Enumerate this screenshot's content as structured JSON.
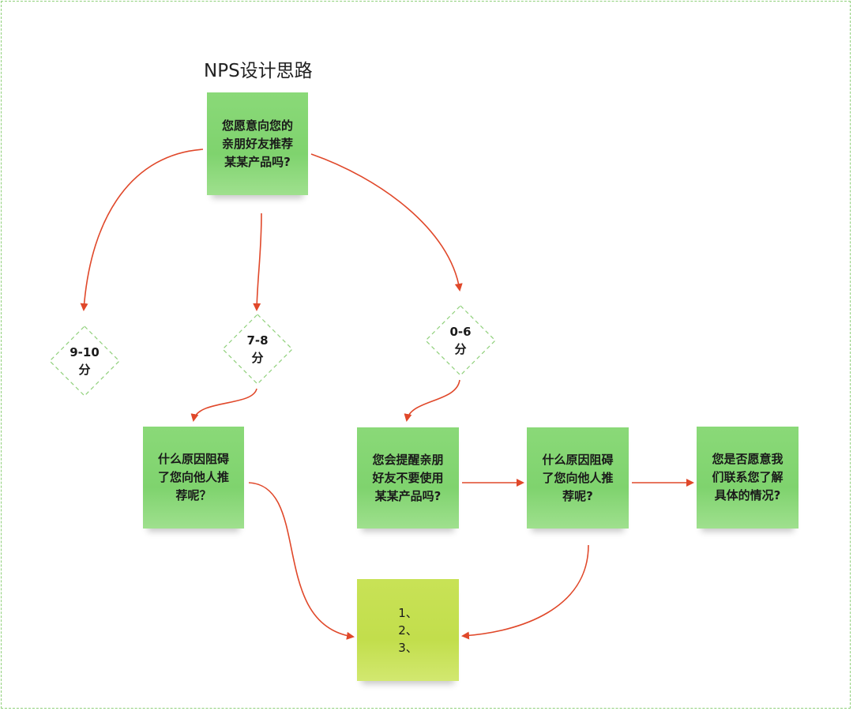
{
  "title": "NPS设计思路",
  "nodes": {
    "question": [
      "您愿意向您的",
      "亲朋好友推荐",
      "某某产品吗?"
    ],
    "score_high": [
      "9-10",
      "分"
    ],
    "score_mid": [
      "7-8",
      "分"
    ],
    "score_low": [
      "0-6",
      "分"
    ],
    "reason_mid": [
      "什么原因阻碍",
      "了您向他人推",
      "荐呢？"
    ],
    "remind": [
      "您会提醒亲朋",
      "好友不要使用",
      "某某产品吗?"
    ],
    "reason_low": [
      "什么原因阻碍",
      "了您向他人推",
      "荐呢?"
    ],
    "contact": [
      "您是否愿意我",
      "们联系您了解",
      "具体的情况?"
    ],
    "answers": [
      "1、",
      "2、",
      "3、"
    ]
  },
  "colors": {
    "sticky_green": "#7fd36e",
    "sticky_lime": "#c2de4c",
    "arrow": "#e0482a",
    "dashed_border": "#8fd07a"
  }
}
